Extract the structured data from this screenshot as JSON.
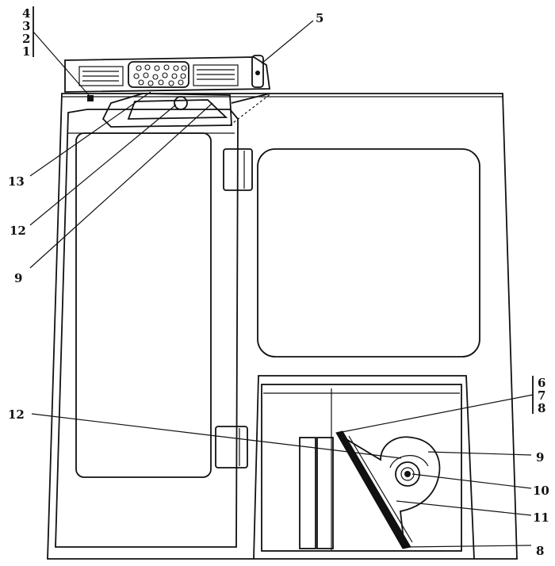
{
  "labels": {
    "l4": "4",
    "l3": "3",
    "l2": "2",
    "l1": "1",
    "l5": "5",
    "l13": "13",
    "l12_top": "12",
    "l9_top": "9",
    "l12_bottom": "12",
    "l6": "6",
    "l7": "7",
    "l8_right": "8",
    "l9_right": "9",
    "l10": "10",
    "l11": "11",
    "l8_bottom": "8"
  }
}
